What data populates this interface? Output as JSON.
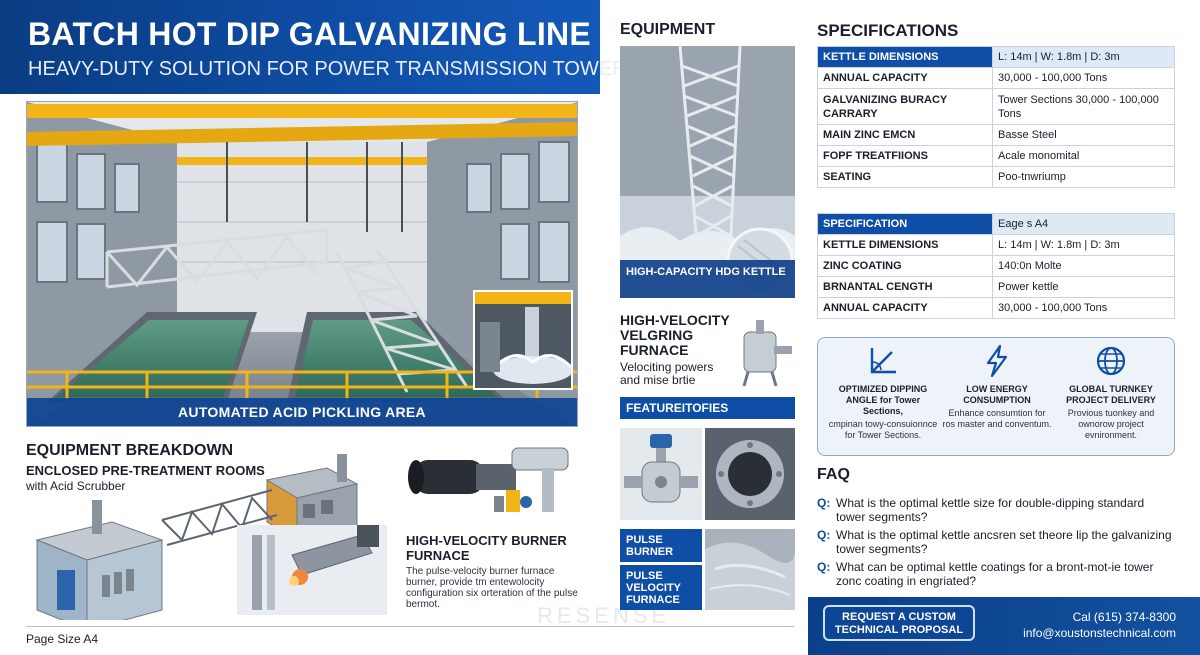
{
  "header": {
    "title": "BATCH HOT DIP GALVANIZING LINE",
    "subtitle": "HEAVY-DUTY SOLUTION FOR POWER TRANSMISSION TOWERS"
  },
  "main_photo": {
    "caption": "AUTOMATED ACID PICKLING AREA"
  },
  "equipment_breakdown": {
    "title": "EQUIPMENT BREAKDOWN",
    "subtitle": "ENCLOSED PRE-TREATMENT ROOMS",
    "subtitle2": "with Acid Scrubber",
    "burner_title": "HIGH-VELOCITY BURNER FURNACE",
    "burner_desc": "The pulse-velocity burner furnace burner, provide tm entewolocity configuration six orteration of the pulse bermot."
  },
  "footer": {
    "page_size": "Page Size A4",
    "watermark": "RESENSE"
  },
  "equipment": {
    "title": "EQUIPMENT",
    "kettle_caption": "HIGH-CAPACITY HDG KETTLE",
    "hv_title": "HIGH-VELOCITY VELGRING FURNACE",
    "hv_desc": "Velociting powers and mise brtie",
    "features_bar": "FEATUREITOFIES",
    "pulse_burner": "PULSE BURNER",
    "pulse_velocity": "PULSE VELOCITY FURNACE"
  },
  "specifications": {
    "title": "SPECIFICATIONS",
    "table1": [
      {
        "k": "KETTLE DIMENSIONS",
        "v": "L: 14m | W: 1.8m | D: 3m"
      },
      {
        "k": "ANNUAL CAPACITY",
        "v": "30,000 - 100,000 Tons"
      },
      {
        "k": "GALVANIZING BURACY CARRARY",
        "v": "Tower Sections 30,000 - 100,000 Tons"
      },
      {
        "k": "MAIN ZINC EMCN",
        "v": "Basse Steel"
      },
      {
        "k": "FOPF TREATFIIONS",
        "v": "Acale monomital"
      },
      {
        "k": "SEATING",
        "v": "Poo-tnwriump"
      }
    ],
    "table2": [
      {
        "k": "SPECIFICATION",
        "v": "Eage s A4"
      },
      {
        "k": "KETTLE DIMENSIONS",
        "v": "L: 14m | W: 1.8m | D: 3m"
      },
      {
        "k": "ZINC COATING",
        "v": "140:0n Molte"
      },
      {
        "k": "BRNANTAL CENGTH",
        "v": "Power kettle"
      },
      {
        "k": "ANNUAL CAPACITY",
        "v": "30,000 - 100,000 Tons"
      }
    ]
  },
  "features": [
    {
      "icon": "angle-icon",
      "title": "OPTIMIZED DIPPING ANGLE for Tower Sections,",
      "desc": "cmpinan towy-consuionnce for Tower Sections."
    },
    {
      "icon": "lightning-icon",
      "title": "LOW ENERGY CONSUMPTION",
      "desc": "Enhance consumtion for ros master and conventum."
    },
    {
      "icon": "globe-icon",
      "title": "GLOBAL TURNKEY PROJECT DELIVERY",
      "desc": "Provious tuonkey and ownorow project evnironment."
    }
  ],
  "faq": {
    "title": "FAQ",
    "items": [
      {
        "q": "Q:",
        "text": "What is the optimal kettle size for double-dipping standard tower segments?"
      },
      {
        "q": "Q:",
        "text": "What is the optimal kettle ancsren set theore lip the galvanizing tower segments?"
      },
      {
        "q": "Q:",
        "text": "What can be optimal kettle coatings for a bront-mot-ie tower zonc coating in engriated?"
      }
    ]
  },
  "cta": {
    "button": "REQUEST A CUSTOM TECHNICAL PROPOSAL",
    "phone": "Cal (615) 374-8300",
    "email": "info@xoustonstechnical.com"
  },
  "colors": {
    "brand_blue": "#0f4ea6",
    "dark_blue": "#0a3c82",
    "light_blue": "#dfe8f5",
    "crane_yellow": "#f2b417"
  }
}
